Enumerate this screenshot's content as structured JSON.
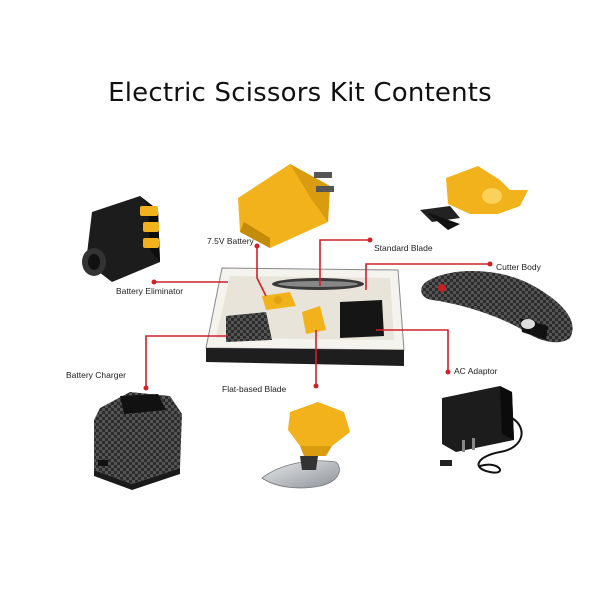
{
  "title": "Electric Scissors Kit Contents",
  "colors": {
    "leader": "#d0202a",
    "yellow": "#f2b21b",
    "black": "#1c1c1c",
    "carbon": "#3a3a3a",
    "blade": "#b8bcc2"
  },
  "labels": {
    "battery_75v": "7.5V Battery",
    "standard_blade": "Standard Blade",
    "cutter_body": "Cutter Body",
    "battery_eliminator": "Battery Eliminator",
    "battery_charger": "Battery Charger",
    "flat_based_blade": "Flat-based Blade",
    "ac_adaptor": "AC Adaptor"
  }
}
